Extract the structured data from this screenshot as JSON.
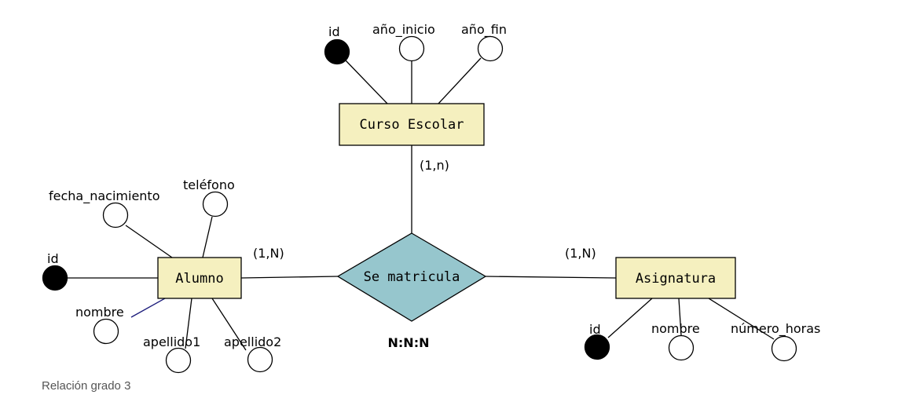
{
  "caption": "Relación grado 3",
  "relationship": {
    "label": "Se matricula",
    "degree_label": "N:N:N"
  },
  "entities": {
    "curso_escolar": {
      "label": "Curso Escolar",
      "cardinality": "(1,n)",
      "attributes": {
        "id": "id",
        "ano_inicio": "año_inicio",
        "ano_fin": "año_fin"
      }
    },
    "alumno": {
      "label": "Alumno",
      "cardinality": "(1,N)",
      "attributes": {
        "id": "id",
        "fecha_nacimiento": "fecha_nacimiento",
        "telefono": "teléfono",
        "nombre": "nombre",
        "apellido1": "apellido1",
        "apellido2": "apellido2"
      }
    },
    "asignatura": {
      "label": "Asignatura",
      "cardinality": "(1,N)",
      "attributes": {
        "id": "id",
        "nombre": "nombre",
        "numero_horas": "número_horas"
      }
    }
  },
  "colors": {
    "entity_fill": "#f5f0bf",
    "relationship_fill": "#96c6cd",
    "key_attribute": "#000000",
    "attribute": "#ffffff"
  }
}
